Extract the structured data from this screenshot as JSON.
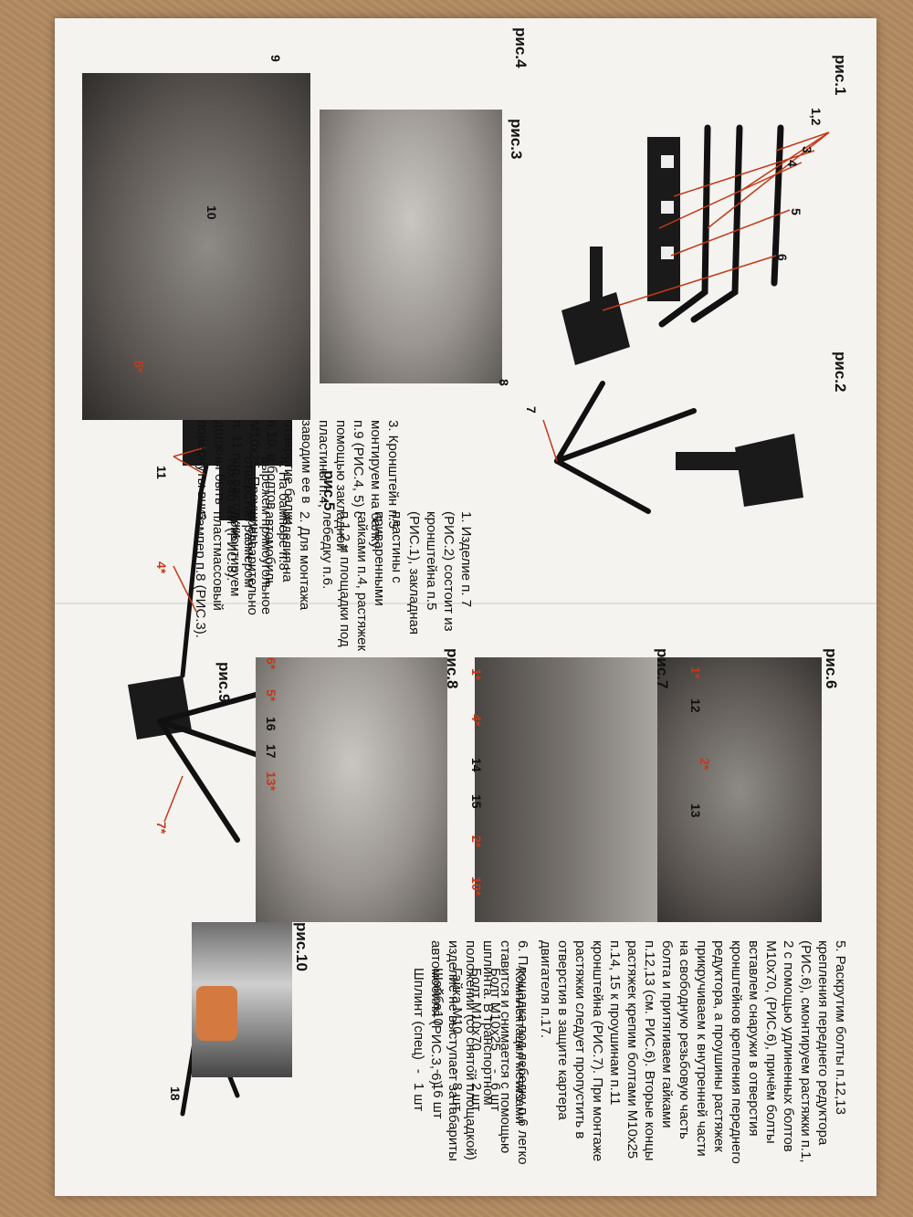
{
  "figures": {
    "fig1": {
      "caption": "рис.1",
      "labels": [
        "1,2",
        "3",
        "4",
        "5",
        "6"
      ]
    },
    "fig2": {
      "caption": "рис.2",
      "labels": [
        "7"
      ]
    },
    "fig3": {
      "caption": "рис.3",
      "labels": [
        "8"
      ]
    },
    "fig4": {
      "caption": "рис.4",
      "labels": [
        "9",
        "10"
      ]
    },
    "fig5": {
      "caption": "рис.5",
      "labels": [
        "5*",
        "11",
        "4*"
      ]
    },
    "fig6": {
      "caption": "рис.6",
      "labels": [
        "1*",
        "12",
        "2*",
        "13"
      ]
    },
    "fig7": {
      "caption": "рис.7",
      "labels": [
        "1*",
        "4*",
        "14",
        "15",
        "2*",
        "10*"
      ]
    },
    "fig8": {
      "caption": "рис.8",
      "labels": [
        "6*",
        "5*",
        "16",
        "17",
        "13*"
      ]
    },
    "fig9": {
      "caption": "рис.9",
      "labels": [
        "7*"
      ]
    },
    "fig10": {
      "caption": "рис.10",
      "labels": [
        "18"
      ]
    }
  },
  "instructions": {
    "step1": "1. Изделие п. 7 (РИС.2) состоит из кронштейна п.5 (РИС.1), закладная пластины с приваренными гайками п.4, растяжек п.1,2 и площадки под лебедку п.6.",
    "step2": "2. Для монтажа изделия на автомобиль предварительно демонтируем пластмассовый бампер п.8 (РИС.3).",
    "step3": "3. Кронштейн п.5 монтируем на балку п.9 (РИС.4, 5) с помощью закладной пластины п.4, заводим ее в отверстие балки п.10, и болтов М10х25. Проушины п. 11 под растяжки должны быть повернуты вниз.",
    "step4": "4. На бампере п.8 вырежем прямоугольное отверстие размером 70х340 мм (РИС.3).",
    "step5": "5. Раскрутим болты п.12,13 крепления переднего редуктора (РИС.6), смонтируем растяжки п.1, 2 с помощью удлиненных болтов М10х70, (РИС.6), причём болты вставлем снаружи в отверстия кронштейнов крепления переднего редуктора, а проушины растяжек прикручиваем к внутренней части на свободную резьбовую часть болта и притягиваем гайками п.12,13 (см. РИС.6). Вторые концы растяжек крепим болтами М10х25 п.14, 15 к проушинам п.11 кронштейна (РИС.7). При монтаже растяжки следует пропустить в отверстия в защите картера двигателя п.17.",
    "step6": "6. Площадка под лебедку п.6 легко ставится и снимается с помощью шплинта. В транспортном положении (со снятой площадкой) изделие не выступает за габариты автомобиля (РИС.3, 6)."
  },
  "hardware": {
    "title": "Комплектация метизами",
    "rows": [
      {
        "item": "Болт М10х25",
        "dash": "-",
        "qty": "6 шт"
      },
      {
        "item": "Болт М10х70",
        "dash": "-",
        "qty": "2 шт"
      },
      {
        "item": "Гайка М10",
        "dash": "-",
        "qty": "8 шт"
      },
      {
        "item": "Шайба10",
        "dash": "-",
        "qty": "16 шт"
      },
      {
        "item": "Шплинт (спец)",
        "dash": "-",
        "qty": "1 шт"
      }
    ]
  },
  "colors": {
    "accent": "#c2391a",
    "paper": "#f4f3ef",
    "cardboard": "#b08a62"
  }
}
